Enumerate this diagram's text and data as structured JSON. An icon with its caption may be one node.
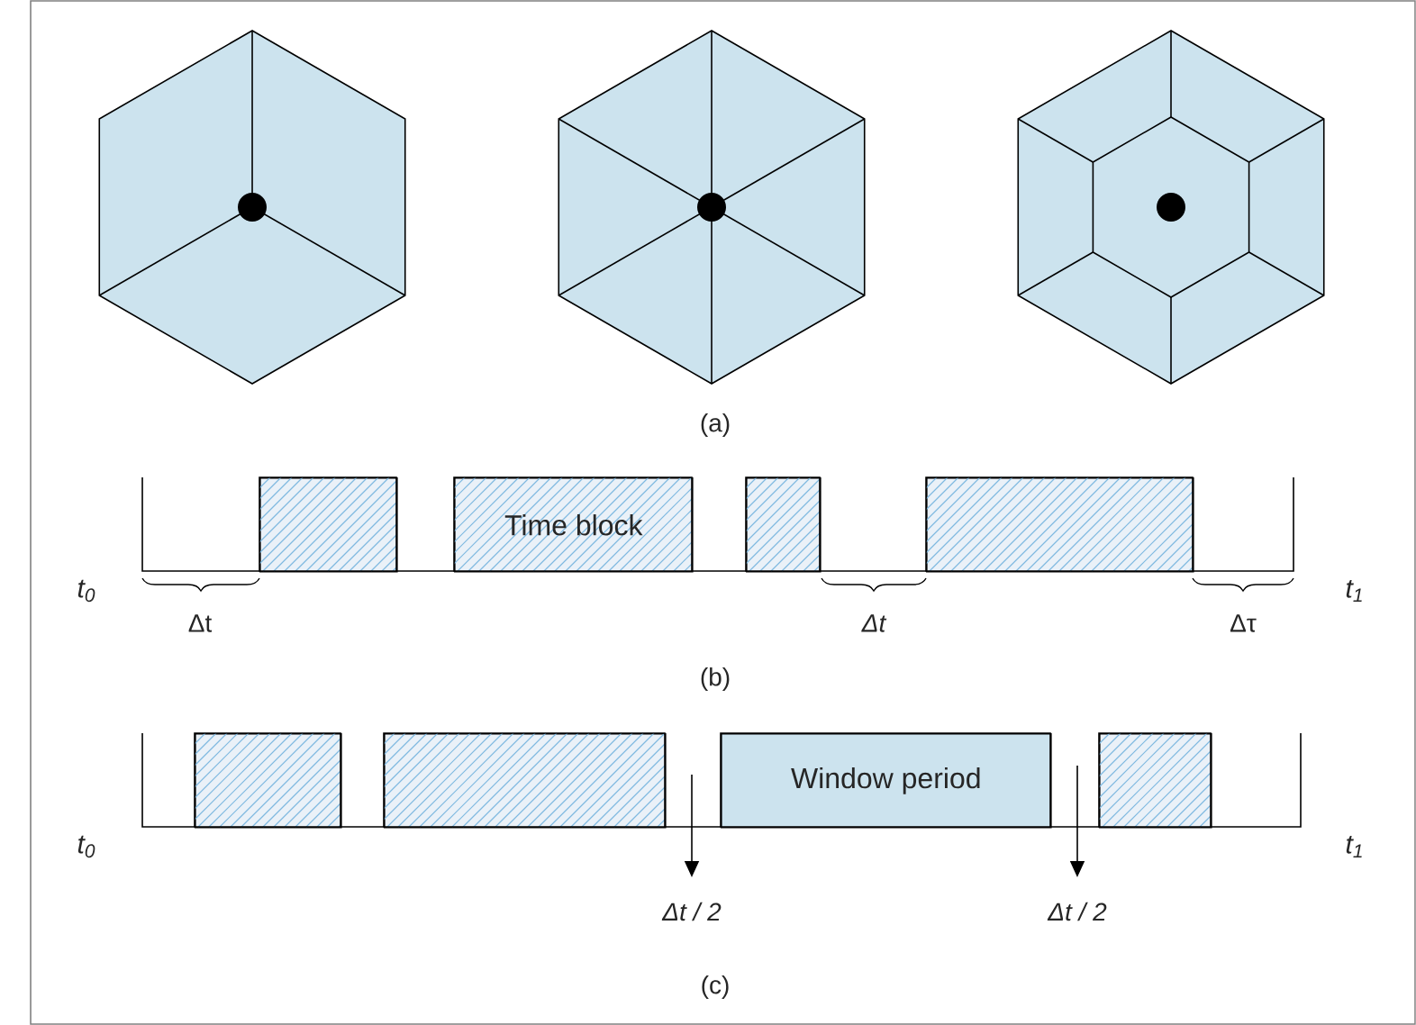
{
  "diagram": {
    "nodes": [
      {
        "text": [],
        "shape": "box"
      },
      {
        "text": [
          "Time block"
        ]
      },
      {
        "text": [],
        "shape": "box"
      },
      {
        "text": [],
        "shape": "box"
      },
      {
        "text": [],
        "shape": "box"
      },
      {
        "text": [],
        "shape": "box"
      },
      {
        "text": [
          "Window period"
        ]
      },
      {
        "text": [],
        "shape": "box"
      }
    ],
    "labels": [
      "(a)",
      "t$_{0}$",
      "t$_{1}$",
      "Δt",
      "Δt",
      "Δτ",
      "(b)",
      "t$_{0}$",
      "t$_{1}$",
      "Δt / 2",
      "Δt / 2",
      "(c)"
    ]
  }
}
